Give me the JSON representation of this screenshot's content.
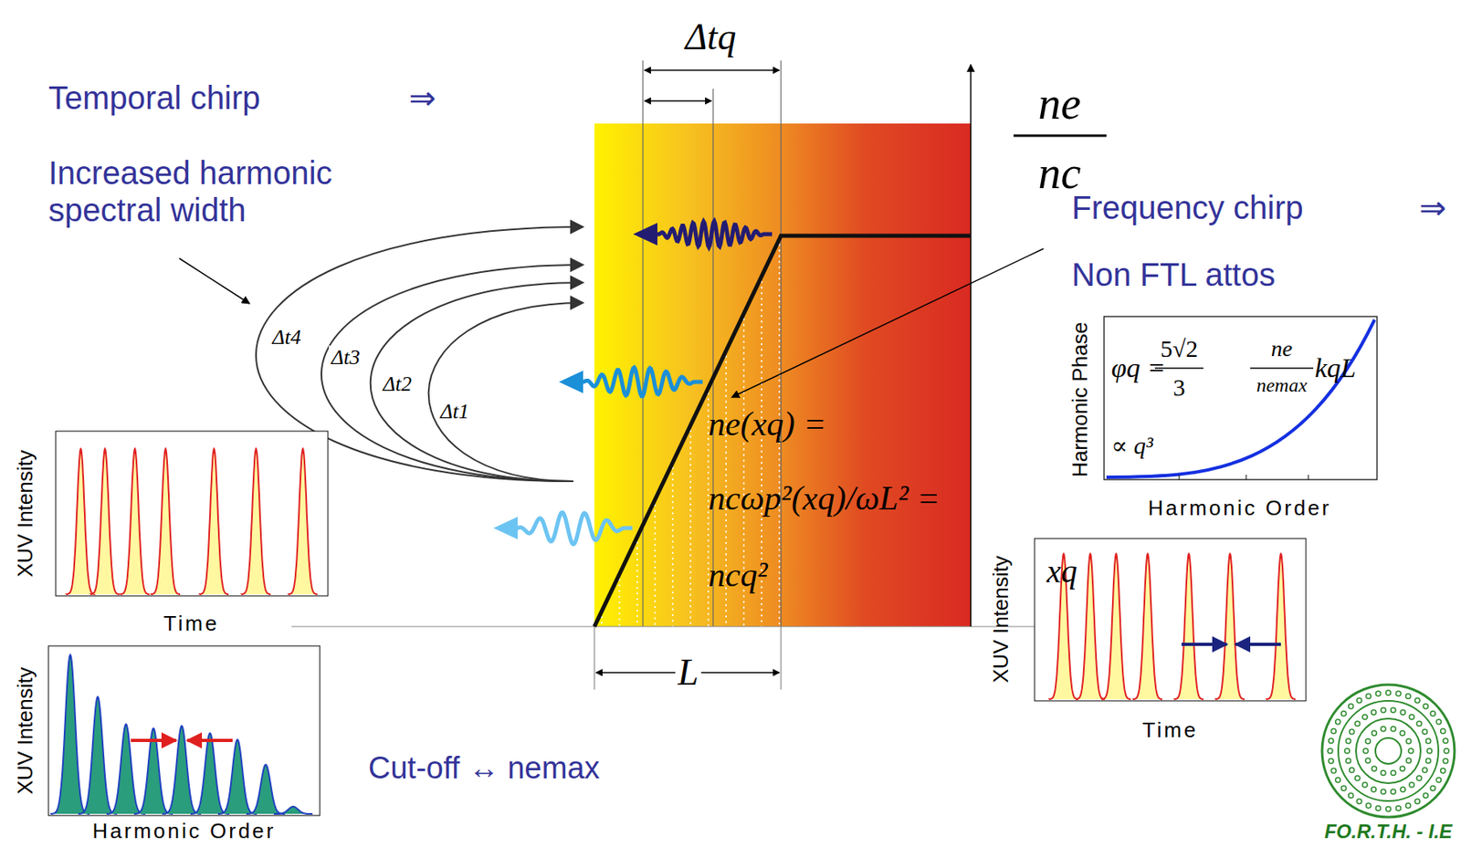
{
  "diagram": {
    "labels": [
      "Δtq",
      "Temporal chirp",
      "⇒",
      "Increased harmonic spectral width",
      "ne",
      "nc",
      "Frequency chirp",
      "⇒",
      "Non FTL attos",
      "Δt4",
      "Δt3",
      "Δt2",
      "Δt1",
      "ne(xq) =",
      "ncωp²(xq)/ωL² =",
      "ncq²",
      "Harmonic Phase",
      "φq =",
      "5√2",
      "3",
      "ne",
      "nemax",
      "kqL",
      "∝ q³",
      "Harmonic Order",
      "XUV Intensity",
      "Time",
      "XUV Intensity",
      "Harmonic Order",
      "XUV Intensity",
      "Time",
      "xq",
      "Cut-off ↔ nemax",
      "L",
      "FO.R.T.H. - I.E"
    ]
  }
}
